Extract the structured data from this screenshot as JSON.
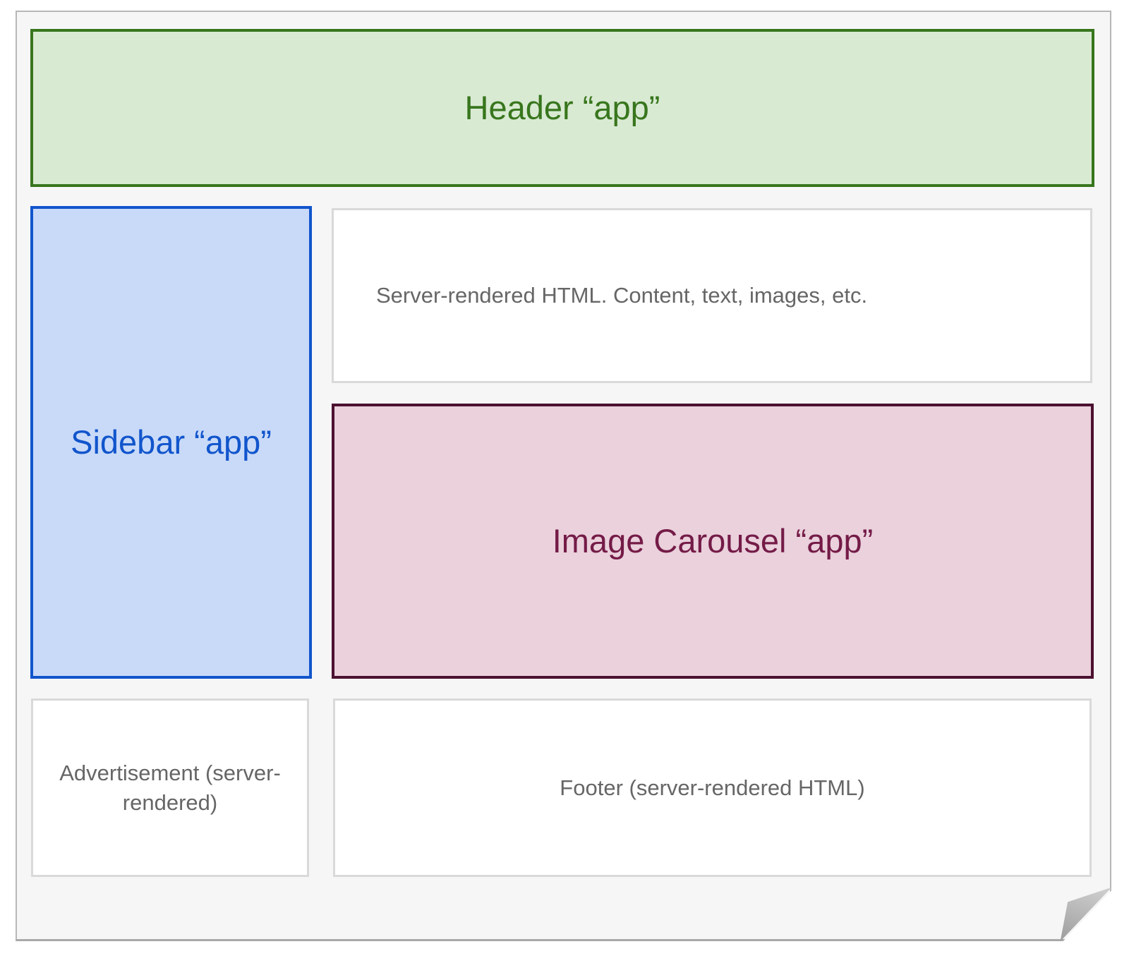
{
  "diagram": {
    "header": {
      "label": "Header “app”"
    },
    "sidebar": {
      "label": "Sidebar “app”"
    },
    "content_box": {
      "label": "Server-rendered HTML. Content, text, images, etc."
    },
    "carousel": {
      "label": "Image Carousel “app”"
    },
    "advertisement": {
      "label": "Advertisement (server-rendered)"
    },
    "footer": {
      "label": "Footer (server-rendered HTML)"
    }
  },
  "colors": {
    "page_background": "#f6f6f7",
    "page_border": "#b7b7b7",
    "header_fill": "#d9ead3",
    "header_accent": "#38761d",
    "sidebar_fill": "#c9daf8",
    "sidebar_accent": "#1155cc",
    "carousel_fill": "#ead1dc",
    "carousel_border": "#4c1130",
    "carousel_text": "#741b47",
    "neutral_box_border": "#d9d9d9",
    "neutral_text": "#666666"
  }
}
